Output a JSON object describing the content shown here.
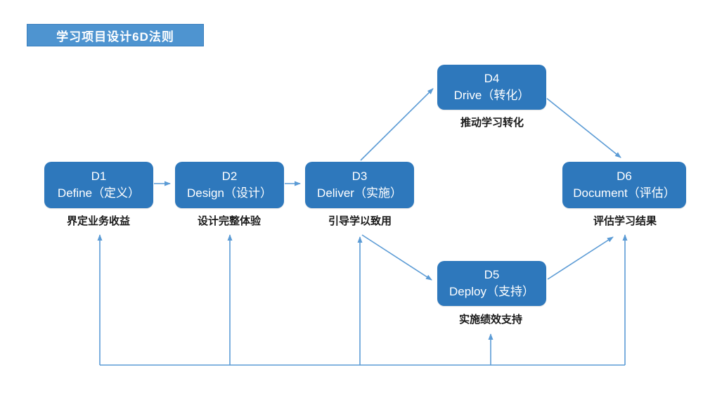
{
  "title_badge": {
    "label": "学习项目设计6D法则"
  },
  "nodes": [
    {
      "id": "D1",
      "line1": "D1",
      "line2": "Define（定义）",
      "caption": "界定业务收益"
    },
    {
      "id": "D2",
      "line1": "D2",
      "line2": "Design（设计）",
      "caption": "设计完整体验"
    },
    {
      "id": "D3",
      "line1": "D3",
      "line2": "Deliver（实施）",
      "caption": "引导学以致用"
    },
    {
      "id": "D4",
      "line1": "D4",
      "line2": "Drive（转化）",
      "caption": "推动学习转化"
    },
    {
      "id": "D5",
      "line1": "D5",
      "line2": "Deploy（支持）",
      "caption": "实施绩效支持"
    },
    {
      "id": "D6",
      "line1": "D6",
      "line2": "Document（评估）",
      "caption": "评估学习结果"
    }
  ],
  "edges": [
    {
      "from": "D1",
      "to": "D2",
      "style": "straight-arrow"
    },
    {
      "from": "D2",
      "to": "D3",
      "style": "straight-arrow"
    },
    {
      "from": "D3",
      "to": "D4",
      "style": "diagonal-arrow"
    },
    {
      "from": "D4",
      "to": "D6",
      "style": "diagonal-arrow"
    },
    {
      "from": "D3",
      "to": "D5",
      "style": "diagonal-arrow"
    },
    {
      "from": "D5",
      "to": "D6",
      "style": "diagonal-arrow"
    },
    {
      "type": "feedback-bus",
      "connects": [
        "D1",
        "D2",
        "D3",
        "D5",
        "D6"
      ],
      "arrow_direction": "up-into-each-phase"
    }
  ],
  "colors": {
    "node_fill": "#2E78BC",
    "node_text": "#FFFFFF",
    "arrow": "#5B9BD5",
    "badge_fill": "#4E94D0",
    "badge_border": "#3A7FBE",
    "caption_text": "#1A1A1A",
    "bg": "#FFFFFF"
  }
}
